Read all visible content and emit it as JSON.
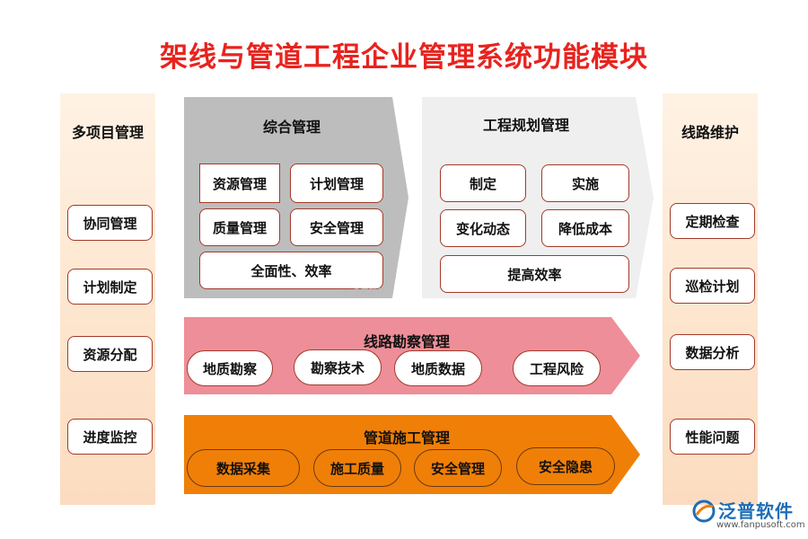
{
  "title": "架线与管道工程企业管理系统功能模块",
  "left_column": {
    "heading": "多项目管理",
    "items": [
      "协同管理",
      "计划制定",
      "资源分配",
      "进度监控"
    ]
  },
  "right_column": {
    "heading": "线路维护",
    "items": [
      "定期检查",
      "巡检计划",
      "数据分析",
      "性能问题"
    ]
  },
  "comprehensive": {
    "title": "综合管理",
    "items": [
      "资源管理",
      "计划管理",
      "质量管理",
      "安全管理",
      "全面性、效率"
    ]
  },
  "planning": {
    "title": "工程规划管理",
    "items": [
      "制定",
      "实施",
      "变化动态",
      "降低成本",
      "提高效率"
    ]
  },
  "survey": {
    "title": "线路勘察管理",
    "items": [
      "地质勘察",
      "勘察技术",
      "地质数据",
      "工程风险"
    ]
  },
  "pipeline": {
    "title": "管道施工管理",
    "items": [
      "数据采集",
      "施工质量",
      "安全管理",
      "安全隐患"
    ]
  },
  "logo": {
    "text": "泛普软件",
    "url": "www.fanpusoft.com"
  },
  "colors": {
    "title": "#e8231e",
    "gray_block": "#bdbdbd",
    "light_block": "#efefef",
    "pink_block": "#ee8e98",
    "orange_block": "#f07f07",
    "side_bg": "#fde4cc",
    "box_border": "#a33a2a"
  }
}
